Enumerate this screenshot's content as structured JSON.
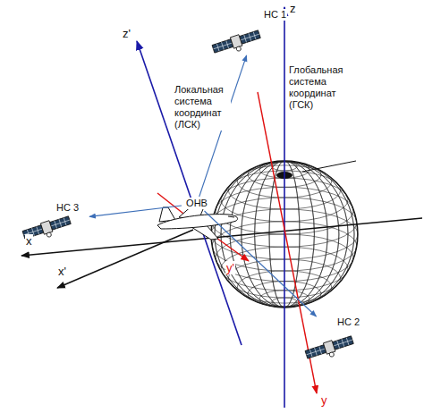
{
  "diagram": {
    "nodes": [
      {
        "text": [
          "НС 1"
        ]
      },
      {
        "text": [
          "НС 3"
        ]
      },
      {
        "text": [
          "ОНВ"
        ]
      },
      {
        "text": [
          "НС 2"
        ]
      }
    ],
    "edges": [
      {
        "from": 2,
        "to": 0,
        "arrow": "to"
      },
      {
        "from": 2,
        "to": 1,
        "arrow": "to"
      },
      {
        "from": 2,
        "to": 3,
        "arrow": "to"
      }
    ],
    "labels": [
      "z",
      "Глобальная система координат (ГСК)",
      "z'",
      "Локальная система координат (ЛСК)",
      "x",
      "x'",
      "y'",
      "y"
    ]
  }
}
